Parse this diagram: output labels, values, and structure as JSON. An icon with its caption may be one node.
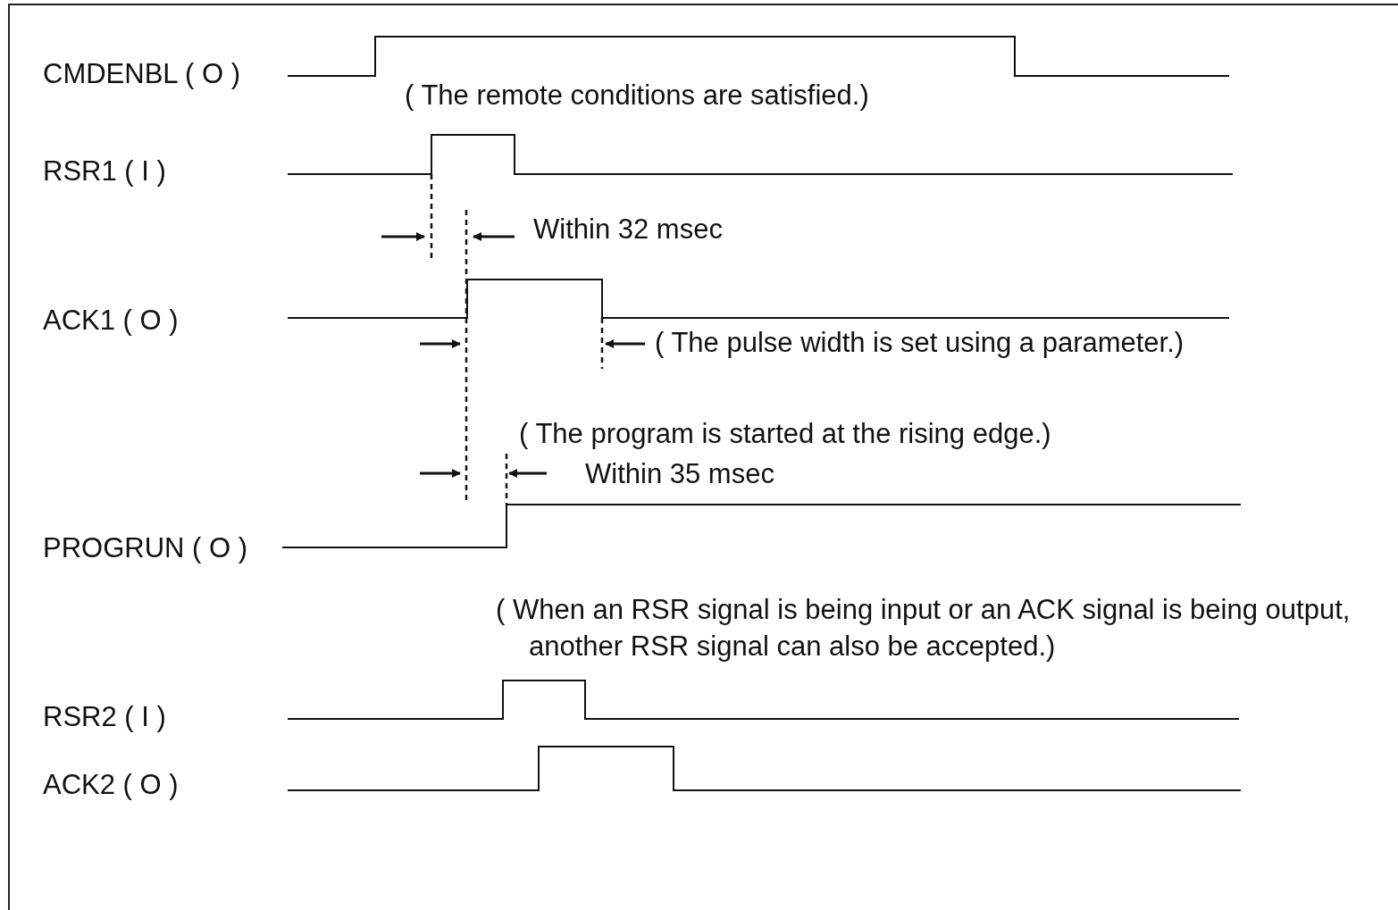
{
  "diagram": {
    "labels": [
      "CMDENBL ( O )",
      "( The remote conditions are satisfied.)",
      "RSR1 ( I )",
      "Within 32 msec",
      "ACK1 ( O )",
      "( The pulse width is set using a parameter.)",
      "( The program is started at the rising edge.)",
      "Within 35 msec",
      "PROGRUN ( O )",
      "( When an RSR signal is being input or an ACK signal is being output, another RSR signal can also be accepted.)",
      "RSR2 ( I )",
      "ACK2 ( O )"
    ]
  }
}
